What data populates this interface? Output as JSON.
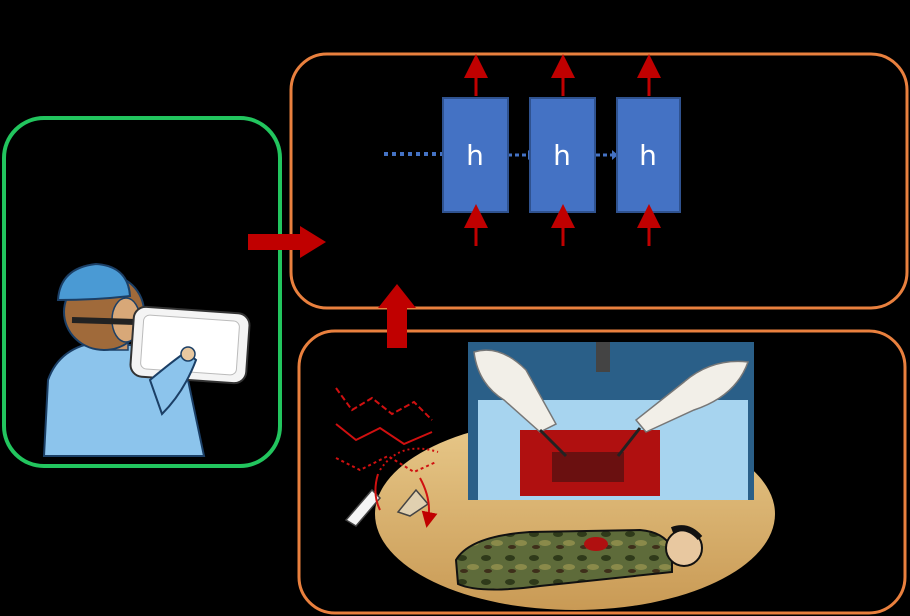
{
  "colors": {
    "background": "#000000",
    "input_panel_border": "#22c55e",
    "model_panel_border": "#e9803e",
    "sim_panel_border": "#e9803e",
    "cell_fill": "#4472c4",
    "cell_border": "#2f528f",
    "io_arrow": "#c00000",
    "flow_arrow": "#c00000",
    "recurrent_link": "#4472c4"
  },
  "panels": {
    "input": {
      "icon": "surgeon-with-tablet-illustration"
    },
    "model": {
      "cells": [
        {
          "label": "h"
        },
        {
          "label": "h"
        },
        {
          "label": "h"
        }
      ]
    },
    "simulation": {
      "icons": [
        "surgical-trainer-photo",
        "soldier-casualty-illustration",
        "signal-traces-icon",
        "surgical-instrument-icon"
      ]
    }
  }
}
